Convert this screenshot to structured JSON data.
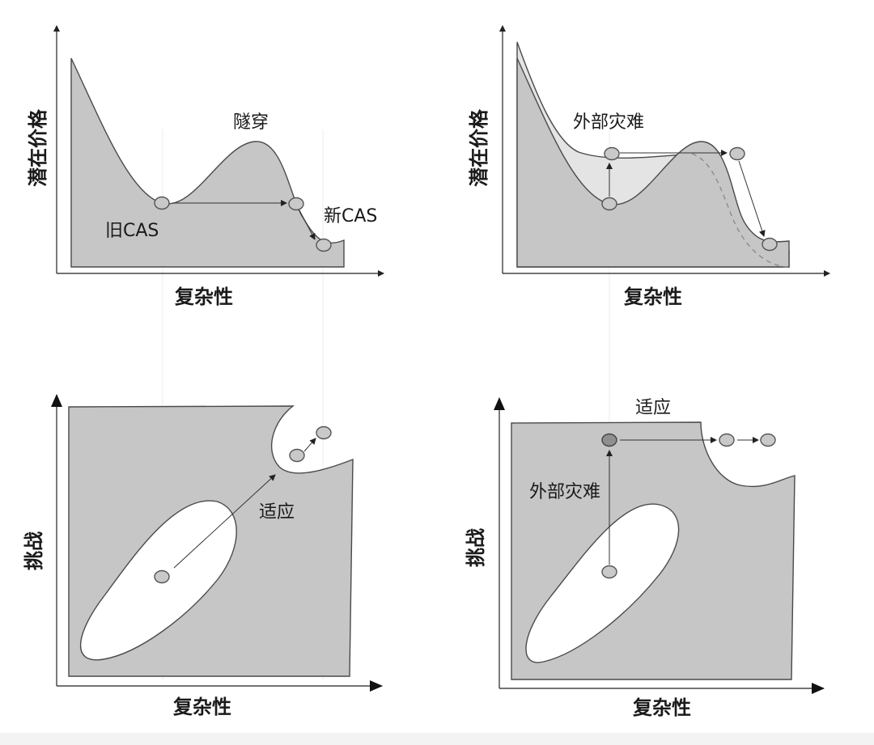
{
  "panels": {
    "top_left": {
      "y_axis_label": "潜在价格",
      "x_axis_label": "复杂性",
      "label_tunnel": "隧穿",
      "label_old": "旧CAS",
      "label_new": "新CAS"
    },
    "top_right": {
      "y_axis_label": "潜在价格",
      "x_axis_label": "复杂性",
      "label_catastrophe": "外部灾难"
    },
    "bottom_left": {
      "y_axis_label": "挑战",
      "x_axis_label": "复杂性",
      "label_adapt": "适应"
    },
    "bottom_right": {
      "y_axis_label": "挑战",
      "x_axis_label": "复杂性",
      "label_adapt": "适应",
      "label_catastrophe": "外部灾难"
    }
  }
}
